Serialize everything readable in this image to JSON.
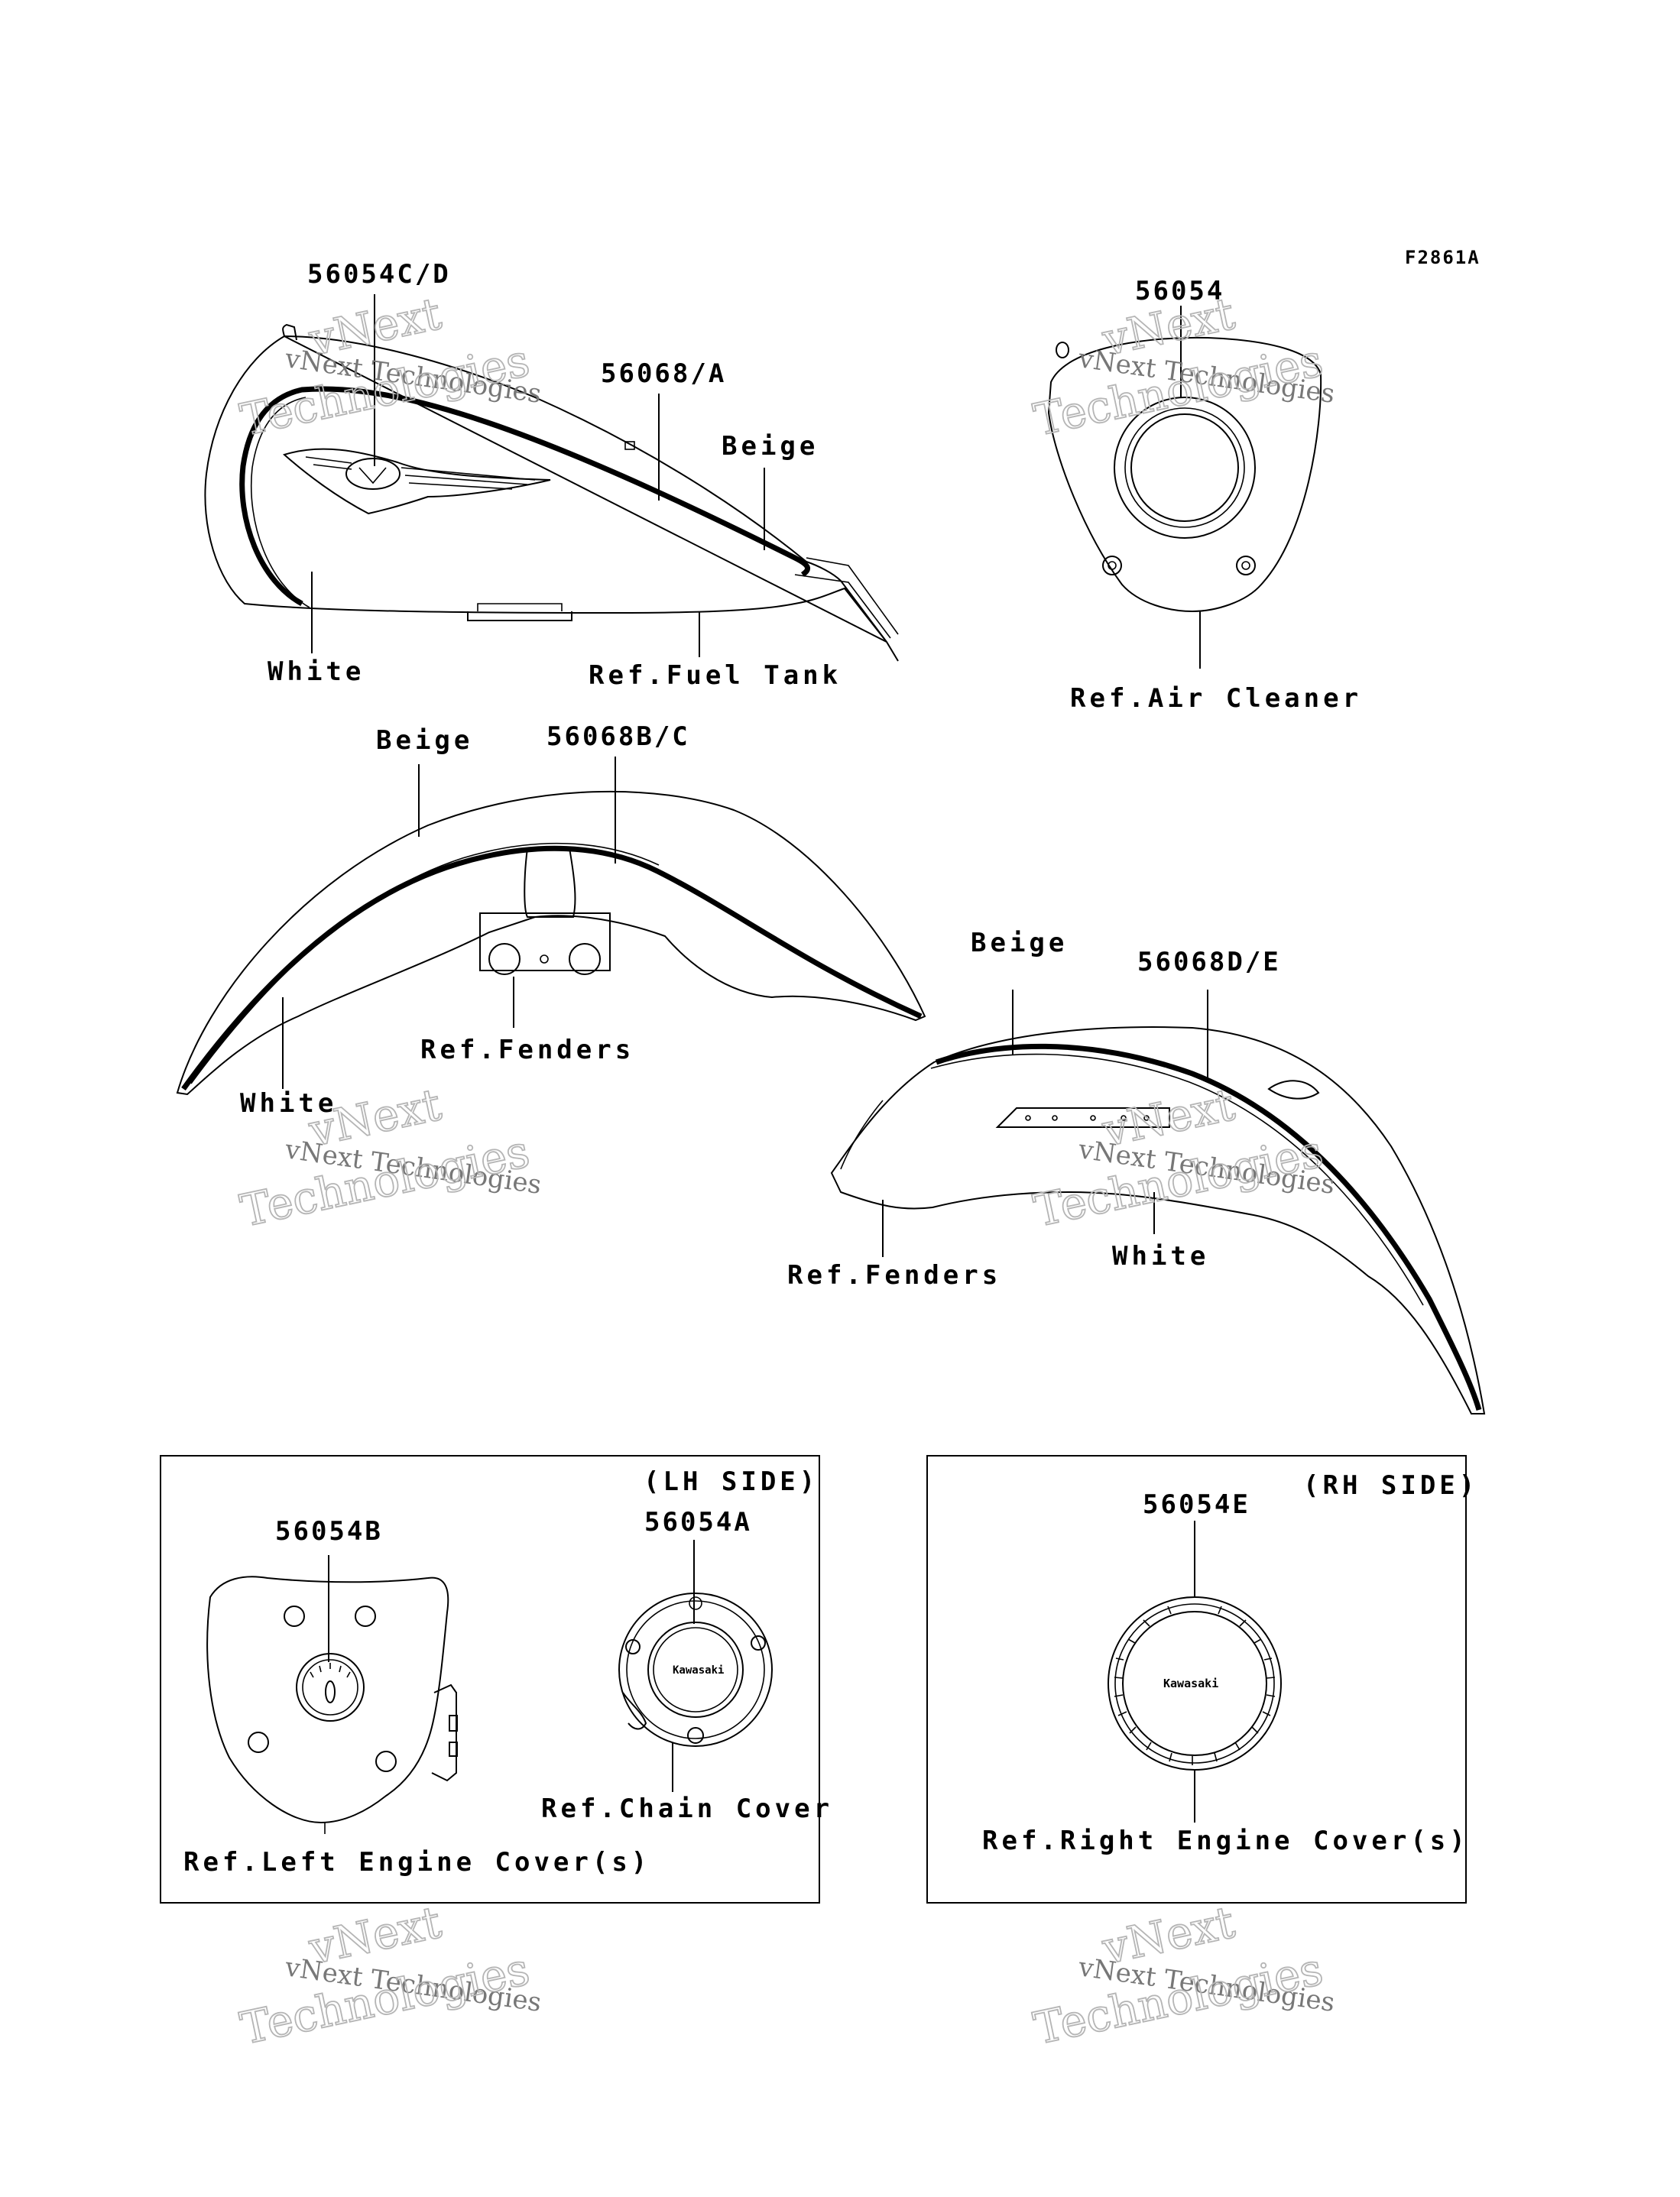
{
  "figure_code": "F2861A",
  "fuel_tank": {
    "part_emblem": "56054C/D",
    "part_stripe": "56068/A",
    "color_top": "Beige",
    "color_bottom": "White",
    "ref": "Ref.Fuel Tank"
  },
  "air_cleaner": {
    "part": "56054",
    "ref": "Ref.Air Cleaner"
  },
  "front_fender": {
    "part": "56068B/C",
    "color_top": "Beige",
    "color_bottom": "White",
    "ref": "Ref.Fenders"
  },
  "rear_fender": {
    "part": "56068D/E",
    "color_top": "Beige",
    "color_bottom": "White",
    "ref": "Ref.Fenders"
  },
  "lh_side": {
    "title": "(LH SIDE)",
    "part_engine": "56054B",
    "part_chain": "56054A",
    "ref_chain": "Ref.Chain Cover",
    "ref_engine": "Ref.Left Engine Cover(s)",
    "badge": "Kawasaki"
  },
  "rh_side": {
    "title": "(RH SIDE)",
    "part": "56054E",
    "ref": "Ref.Right Engine Cover(s)",
    "badge": "Kawasaki"
  },
  "watermark": {
    "line1": "vNext",
    "line2": "vNext Technologies",
    "line3": "Technologies"
  }
}
